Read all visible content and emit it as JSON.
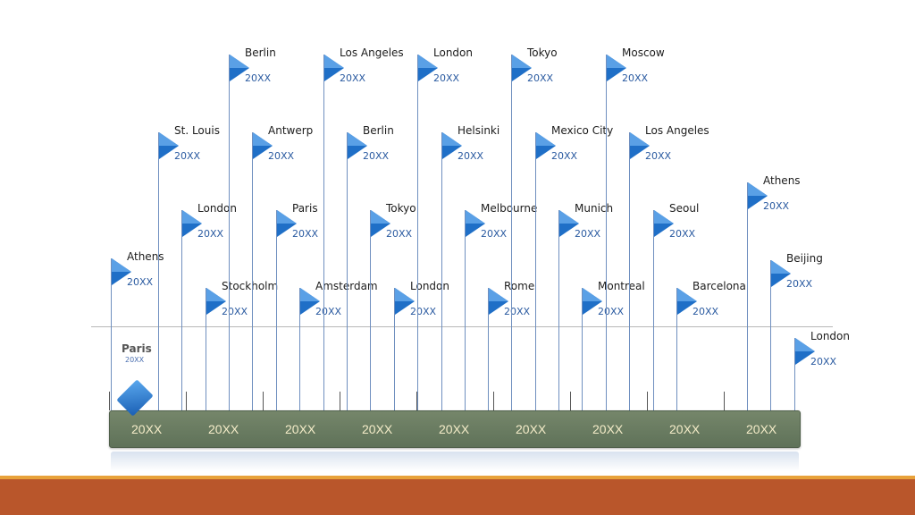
{
  "timeline": {
    "start": {
      "city": "Paris",
      "year": "20XX"
    },
    "milestones": [
      {
        "city": "Athens",
        "year": "20XX"
      },
      {
        "city": "St. Louis",
        "year": "20XX"
      },
      {
        "city": "London",
        "year": "20XX"
      },
      {
        "city": "Stockholm",
        "year": "20XX"
      },
      {
        "city": "Berlin",
        "year": "20XX"
      },
      {
        "city": "Antwerp",
        "year": "20XX"
      },
      {
        "city": "Paris",
        "year": "20XX"
      },
      {
        "city": "Amsterdam",
        "year": "20XX"
      },
      {
        "city": "Los Angeles",
        "year": "20XX"
      },
      {
        "city": "Berlin",
        "year": "20XX"
      },
      {
        "city": "Tokyo",
        "year": "20XX"
      },
      {
        "city": "London",
        "year": "20XX"
      },
      {
        "city": "London",
        "year": "20XX"
      },
      {
        "city": "Helsinki",
        "year": "20XX"
      },
      {
        "city": "Melbourne",
        "year": "20XX"
      },
      {
        "city": "Rome",
        "year": "20XX"
      },
      {
        "city": "Tokyo",
        "year": "20XX"
      },
      {
        "city": "Mexico City",
        "year": "20XX"
      },
      {
        "city": "Munich",
        "year": "20XX"
      },
      {
        "city": "Montreal",
        "year": "20XX"
      },
      {
        "city": "Moscow",
        "year": "20XX"
      },
      {
        "city": "Los Angeles",
        "year": "20XX"
      },
      {
        "city": "Seoul",
        "year": "20XX"
      },
      {
        "city": "Barcelona",
        "year": "20XX"
      },
      {
        "city": "Athens",
        "year": "20XX"
      },
      {
        "city": "Beijing",
        "year": "20XX"
      },
      {
        "city": "London",
        "year": "20XX"
      }
    ],
    "bar_labels": [
      "20XX",
      "20XX",
      "20XX",
      "20XX",
      "20XX",
      "20XX",
      "20XX",
      "20XX",
      "20XX"
    ]
  },
  "colors": {
    "flag": "#1f6fc7",
    "bar": "#66785f",
    "bar_text": "#f4ecc8",
    "footer": "#b9562b",
    "footer_accent": "#e8a23a"
  }
}
